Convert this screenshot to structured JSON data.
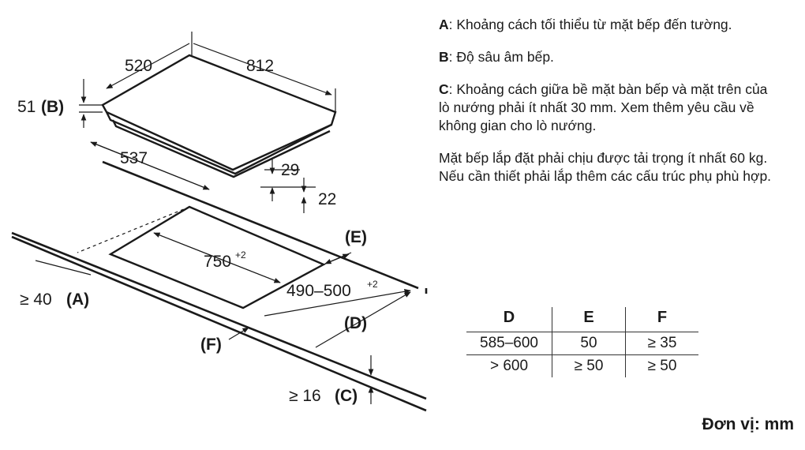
{
  "diagram": {
    "hob_width": "812",
    "hob_depth": "520",
    "depth_b": "51",
    "cutout_inner": "537",
    "height_29": "29",
    "height_22": "22",
    "cutout_width": "750",
    "cutout_width_tol": "+2",
    "cutout_depth": "490–500",
    "cutout_depth_tol": "+2",
    "label_A": "≥ 40",
    "label_C": "≥ 16",
    "key_A": "(A)",
    "key_B": "(B)",
    "key_C": "(C)",
    "key_D": "(D)",
    "key_E": "(E)",
    "key_F": "(F)"
  },
  "notes": {
    "a_key": "A",
    "a_text": ": Khoảng cách tối thiểu từ mặt bếp đến tường.",
    "b_key": "B",
    "b_text": ": Độ sâu âm bếp.",
    "c_key": "C",
    "c_text": ": Khoảng cách giữa bề mặt bàn bếp và mặt trên của lò nướng phải ít nhất 30 mm. Xem thêm yêu cầu về không gian cho lò nướng.",
    "load_text": "Mặt bếp lắp đặt phải chịu được tải trọng ít nhất 60 kg. Nếu cần thiết phải lắp thêm các cấu trúc phụ phù hợp."
  },
  "table": {
    "headers": [
      "D",
      "E",
      "F"
    ],
    "rows": [
      [
        "585–600",
        "50",
        "≥ 35"
      ],
      [
        "> 600",
        "≥ 50",
        "≥ 50"
      ]
    ]
  },
  "unit": "Đơn vị: mm"
}
